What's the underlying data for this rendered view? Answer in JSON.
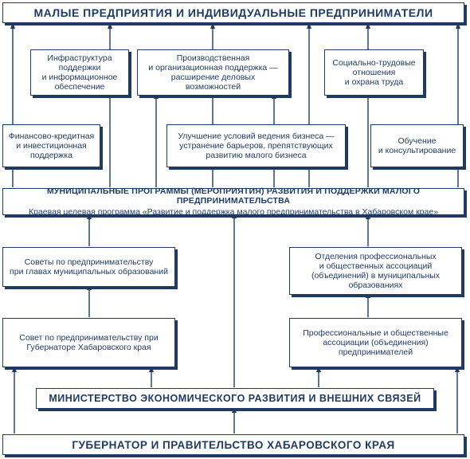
{
  "top_banner": "МАЛЫЕ ПРЕДПРИЯТИЯ И ИНДИВИДУАЛЬНЫЕ ПРЕДПРИНИМАТЕЛИ",
  "support": {
    "infrastructure": "Инфраструктура\nподдержки\nи информационное\nобеспечение",
    "production": "Производственная\nи организационная поддержка —\nрасширение деловых\nвозможностей",
    "social": "Социально-трудовые\nотношения\nи охрана труда",
    "finance": "Финансово-кредитная\nи инвестиционная\nподдержка",
    "conditions": "Улучшение условий ведения бизнеса —\nустранение барьеров, препятствующих\nразвитию малого бизнеса",
    "training": "Обучение\nи консультирование"
  },
  "programs": {
    "title": "МУНИЦИПАЛЬНЫЕ ПРОГРАММЫ (МЕРОПРИЯТИЯ) РАЗВИТИЯ И ПОДДЕРЖКИ МАЛОГО ПРЕДПРИНИМАТЕЛЬСТВА",
    "subtitle": "Краевая целевая программа «Развитие и поддержка малого предпринимательства в Хабаровском крае»"
  },
  "councils": {
    "municipal": "Советы по предпринимательству\nпри главах муниципальных образований",
    "governor": "Совет по предпринимательству при\nГубернаторе Хабаровского края"
  },
  "associations": {
    "branches": "Отделения профессиональных\nи общественных ассоциаций\n(объединений) в муниципальных\nобразованиях",
    "professional": "Профессиональные и общественные\nассоциации (объединения)\nпредпринимателей"
  },
  "ministry": "МИНИСТЕРСТВО ЭКОНОМИЧЕСКОГО РАЗВИТИЯ И ВНЕШНИХ СВЯЗЕЙ",
  "government": "ГУБЕРНАТОР И ПРАВИТЕЛЬСТВО ХАБАРОВСКОГО КРАЯ"
}
